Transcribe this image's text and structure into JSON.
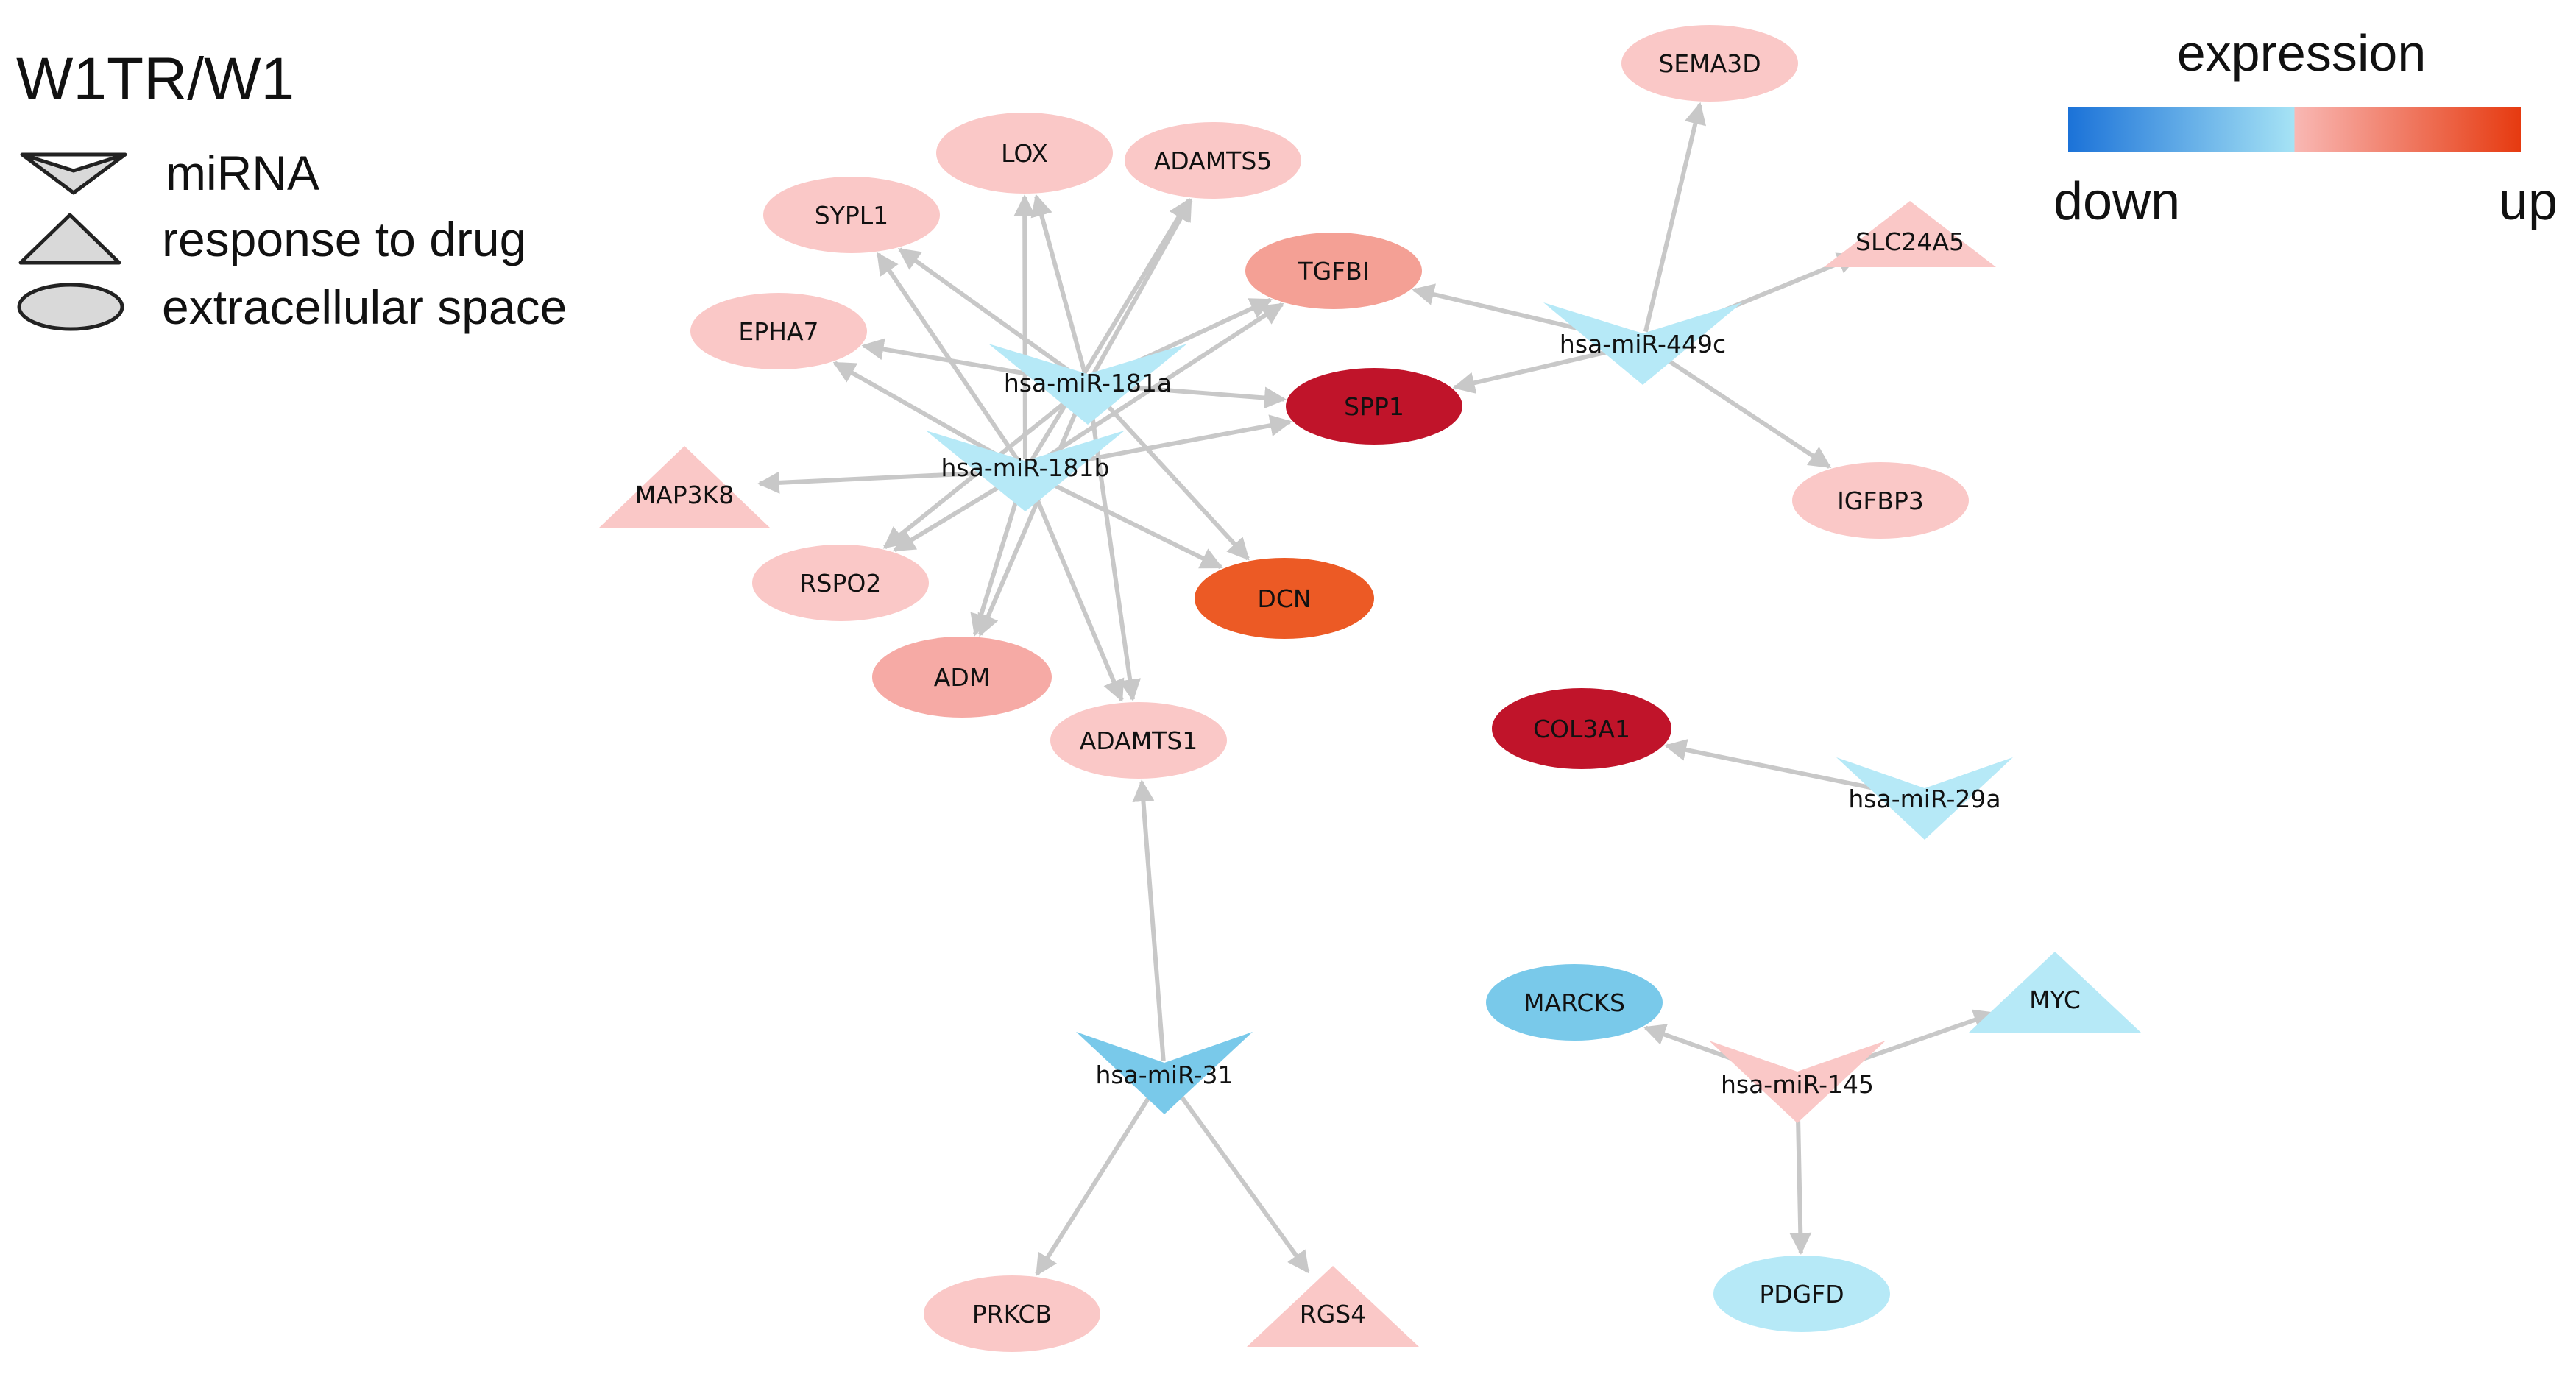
{
  "legend": {
    "title": "W1TR/W1",
    "items": [
      {
        "shape": "v",
        "label": "miRNA"
      },
      {
        "shape": "triangle",
        "label": "response to drug"
      },
      {
        "shape": "ellipse",
        "label": "extracellular space"
      }
    ]
  },
  "colorbar": {
    "title": "expression",
    "low_label": "down",
    "high_label": "up",
    "colors": [
      "#1b72d8",
      "#a6e3f5",
      "#f9b8b4",
      "#e63a10"
    ]
  },
  "colors": {
    "light_blue": "#b6e9f7",
    "mid_blue": "#79c9ea",
    "light_pink": "#fac8c7",
    "pink": "#f6aaa5",
    "salmon": "#f4a095",
    "orange": "#ec5a25",
    "dark_red": "#c0142a",
    "edge": "#c8c8c8"
  },
  "nodes": [
    {
      "id": "semA3d",
      "label": "SEMA3D",
      "shape": "ellipse",
      "color": "light_pink"
    },
    {
      "id": "lox",
      "label": "LOX",
      "shape": "ellipse",
      "color": "light_pink"
    },
    {
      "id": "adamts5",
      "label": "ADAMTS5",
      "shape": "ellipse",
      "color": "light_pink"
    },
    {
      "id": "sypl1",
      "label": "SYPL1",
      "shape": "ellipse",
      "color": "light_pink"
    },
    {
      "id": "tgfbi",
      "label": "TGFBI",
      "shape": "ellipse",
      "color": "salmon"
    },
    {
      "id": "slc24a5",
      "label": "SLC24A5",
      "shape": "triangle",
      "color": "light_pink"
    },
    {
      "id": "epha7",
      "label": "EPHA7",
      "shape": "ellipse",
      "color": "light_pink"
    },
    {
      "id": "mir181a",
      "label": "hsa-miR-181a",
      "shape": "v",
      "color": "light_blue"
    },
    {
      "id": "spp1",
      "label": "SPP1",
      "shape": "ellipse",
      "color": "dark_red"
    },
    {
      "id": "mir449c",
      "label": "hsa-miR-449c",
      "shape": "v",
      "color": "light_blue"
    },
    {
      "id": "map3k8",
      "label": "MAP3K8",
      "shape": "triangle",
      "color": "light_pink"
    },
    {
      "id": "mir181b",
      "label": "hsa-miR-181b",
      "shape": "v",
      "color": "light_blue"
    },
    {
      "id": "igfbp3",
      "label": "IGFBP3",
      "shape": "ellipse",
      "color": "light_pink"
    },
    {
      "id": "rspo2",
      "label": "RSPO2",
      "shape": "ellipse",
      "color": "light_pink"
    },
    {
      "id": "dcn",
      "label": "DCN",
      "shape": "ellipse",
      "color": "orange"
    },
    {
      "id": "adm",
      "label": "ADM",
      "shape": "ellipse",
      "color": "pink"
    },
    {
      "id": "adamts1",
      "label": "ADAMTS1",
      "shape": "ellipse",
      "color": "light_pink"
    },
    {
      "id": "col3a1",
      "label": "COL3A1",
      "shape": "ellipse",
      "color": "dark_red"
    },
    {
      "id": "mir29a",
      "label": "hsa-miR-29a",
      "shape": "v",
      "color": "light_blue"
    },
    {
      "id": "mir31",
      "label": "hsa-miR-31",
      "shape": "v",
      "color": "mid_blue"
    },
    {
      "id": "marcks",
      "label": "MARCKS",
      "shape": "ellipse",
      "color": "mid_blue"
    },
    {
      "id": "myc",
      "label": "MYC",
      "shape": "triangle",
      "color": "light_blue"
    },
    {
      "id": "mir145",
      "label": "hsa-miR-145",
      "shape": "v",
      "color": "light_pink"
    },
    {
      "id": "pdgfd",
      "label": "PDGFD",
      "shape": "ellipse",
      "color": "light_blue"
    },
    {
      "id": "prkcb",
      "label": "PRKCB",
      "shape": "ellipse",
      "color": "light_pink"
    },
    {
      "id": "rgs4",
      "label": "RGS4",
      "shape": "triangle",
      "color": "light_pink"
    }
  ],
  "edges": [
    {
      "from": "mir181a",
      "to": "lox"
    },
    {
      "from": "mir181a",
      "to": "adamts5"
    },
    {
      "from": "mir181a",
      "to": "sypl1"
    },
    {
      "from": "mir181a",
      "to": "tgfbi"
    },
    {
      "from": "mir181a",
      "to": "epha7"
    },
    {
      "from": "mir181a",
      "to": "spp1"
    },
    {
      "from": "mir181a",
      "to": "dcn"
    },
    {
      "from": "mir181a",
      "to": "rspo2"
    },
    {
      "from": "mir181a",
      "to": "adm"
    },
    {
      "from": "mir181a",
      "to": "adamts1"
    },
    {
      "from": "mir181b",
      "to": "lox"
    },
    {
      "from": "mir181b",
      "to": "adamts5"
    },
    {
      "from": "mir181b",
      "to": "sypl1"
    },
    {
      "from": "mir181b",
      "to": "tgfbi"
    },
    {
      "from": "mir181b",
      "to": "epha7"
    },
    {
      "from": "mir181b",
      "to": "spp1"
    },
    {
      "from": "mir181b",
      "to": "map3k8"
    },
    {
      "from": "mir181b",
      "to": "rspo2"
    },
    {
      "from": "mir181b",
      "to": "adm"
    },
    {
      "from": "mir181b",
      "to": "dcn"
    },
    {
      "from": "mir181b",
      "to": "adamts1"
    },
    {
      "from": "mir449c",
      "to": "semA3d"
    },
    {
      "from": "mir449c",
      "to": "tgfbi"
    },
    {
      "from": "mir449c",
      "to": "spp1"
    },
    {
      "from": "mir449c",
      "to": "slc24a5"
    },
    {
      "from": "mir449c",
      "to": "igfbp3"
    },
    {
      "from": "mir29a",
      "to": "col3a1"
    },
    {
      "from": "mir31",
      "to": "adamts1"
    },
    {
      "from": "mir31",
      "to": "prkcb"
    },
    {
      "from": "mir31",
      "to": "rgs4"
    },
    {
      "from": "mir145",
      "to": "marcks"
    },
    {
      "from": "mir145",
      "to": "myc"
    },
    {
      "from": "mir145",
      "to": "pdgfd"
    }
  ]
}
